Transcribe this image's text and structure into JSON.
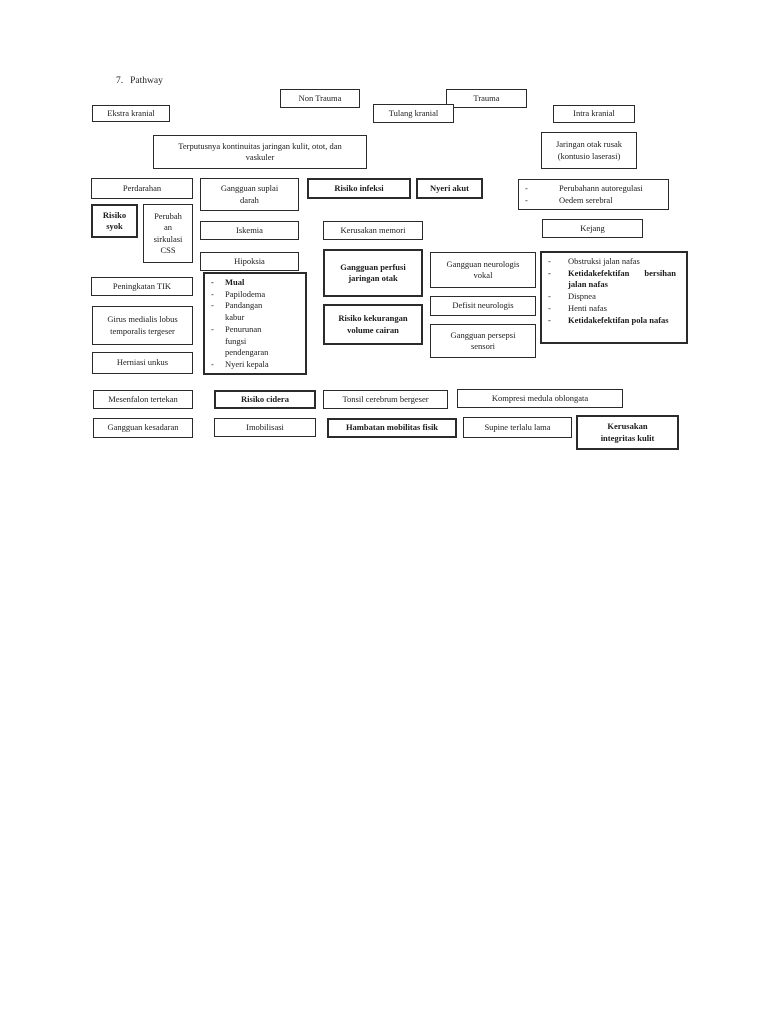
{
  "heading": {
    "number": "7.",
    "label": "Pathway"
  },
  "colors": {
    "ink": "#1b1b1b",
    "paper": "#ffffff"
  },
  "bullet": "-",
  "boxes": {
    "non_trauma": "Non Trauma",
    "trauma": "Trauma",
    "ekstra_kranial": "Ekstra kranial",
    "tulang_kranial": "Tulang kranial",
    "intra_kranial": "Intra kranial",
    "terputusnya": "Terputusnya kontinuitas jaringan kulit, otot, dan\nvaskuler",
    "jaringan_otak_rusak": "Jaringan otak rusak\n(kontusio laserasi)",
    "perdarahan": "Perdarahan",
    "gangguan_suplai_darah": "Gangguan suplai\ndarah",
    "risiko_infeksi": "Risiko infeksi",
    "nyeri_akut": "Nyeri akut",
    "risiko_syok": "Risiko\nsyok",
    "perubahan_sirkulasi_css": "Perubah\nan\nsirkulasi\nCSS",
    "iskemia": "Iskemia",
    "kerusakan_memori": "Kerusakan memori",
    "kejang": "Kejang",
    "hipoksia": "Hipoksia",
    "gangguan_perfusi": "Gangguan perfusi\njaringan otak",
    "gangguan_neurologis_vokal": "Gangguan neurologis\nvokal",
    "peningkatan_tik": "Peningkatan TIK",
    "defisit_neurologis": "Defisit neurologis",
    "risiko_kekurangan_volume": "Risiko kekurangan\nvolume cairan",
    "girus_medialis": "Girus medialis lobus\ntemporalis tergeser",
    "gangguan_persepsi_sensori": "Gangguan persepsi\nsensori",
    "herniasi_unkus": "Herniasi unkus",
    "mesenfalon_tertekan": "Mesenfalon tertekan",
    "risiko_cidera": "Risiko cidera",
    "tonsil_cerebrum": "Tonsil cerebrum bergeser",
    "kompresi_medula": "Kompresi medula oblongata",
    "gangguan_kesadaran": "Gangguan kesadaran",
    "imobilisasi": "Imobilisasi",
    "hambatan_mobilitas": "Hambatan mobilitas fisik",
    "supine_terlalu_lama": "Supine terlalu lama",
    "kerusakan_integritas_kulit": "Kerusakan\nintegritas kulit"
  },
  "lists": {
    "autoregulasi": [
      "Perubahann autoregulasi",
      "Oedem serebral"
    ],
    "tik_symptoms": [
      "Mual",
      "Papilodema",
      "Pandangan\nkabur",
      "Penurunan\nfungsi\npendengaran",
      "Nyeri kepala"
    ],
    "nafas": [
      "Obstruksi jalan nafas",
      "Ketidakefektifan bersihan jalan nafas",
      "Dispnea",
      "Henti nafas",
      "Ketidakefektifan pola nafas"
    ]
  }
}
